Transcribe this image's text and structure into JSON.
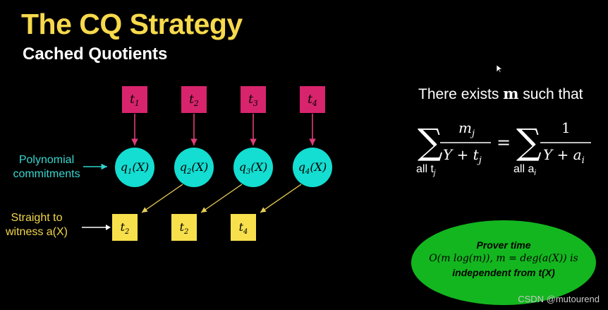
{
  "slide": {
    "title": "The CQ Strategy",
    "subtitle": "Cached Quotients"
  },
  "diagram": {
    "top_nodes": [
      {
        "base": "t",
        "sub": "1"
      },
      {
        "base": "t",
        "sub": "2"
      },
      {
        "base": "t",
        "sub": "3"
      },
      {
        "base": "t",
        "sub": "4"
      }
    ],
    "circle_nodes": [
      {
        "base": "q",
        "sub": "1",
        "arg": "(X)"
      },
      {
        "base": "q",
        "sub": "2",
        "arg": "(X)"
      },
      {
        "base": "q",
        "sub": "3",
        "arg": "(X)"
      },
      {
        "base": "q",
        "sub": "4",
        "arg": "(X)"
      }
    ],
    "bottom_nodes": [
      {
        "base": "t",
        "sub": "2"
      },
      {
        "base": "t",
        "sub": "2"
      },
      {
        "base": "t",
        "sub": "4"
      }
    ],
    "label_poly_line1": "Polynomial",
    "label_poly_line2": "commitments",
    "label_straight_line1": "Straight to",
    "label_straight_line2": "witness a(X)",
    "colors": {
      "top_box": "#d8246c",
      "circle": "#14ddd1",
      "bottom_box": "#f7e04c",
      "arrow_pink": "#e03c79",
      "arrow_yellow": "#e9cf55",
      "arrow_cyan": "#2fd4cc"
    }
  },
  "formula": {
    "intro": "There exists",
    "intro_bold": "m",
    "intro_tail": "such that",
    "lhs_numerator": "m",
    "lhs_numerator_sub": "j",
    "lhs_denominator": "Y + t",
    "lhs_denominator_sub": "j",
    "lhs_sum_label": "all t",
    "lhs_sum_sub": "j",
    "equals": "=",
    "rhs_numerator": "1",
    "rhs_denominator": "Y + a",
    "rhs_denominator_sub": "i",
    "rhs_sum_label": "all a",
    "rhs_sum_sub": "i"
  },
  "prover": {
    "line1": "Prover time",
    "line2": "O(m log(m)), m = deg(a(X)) is",
    "line3": "independent from t(X)",
    "color": "#13b61f"
  },
  "watermark": "CSDN @mutourend"
}
